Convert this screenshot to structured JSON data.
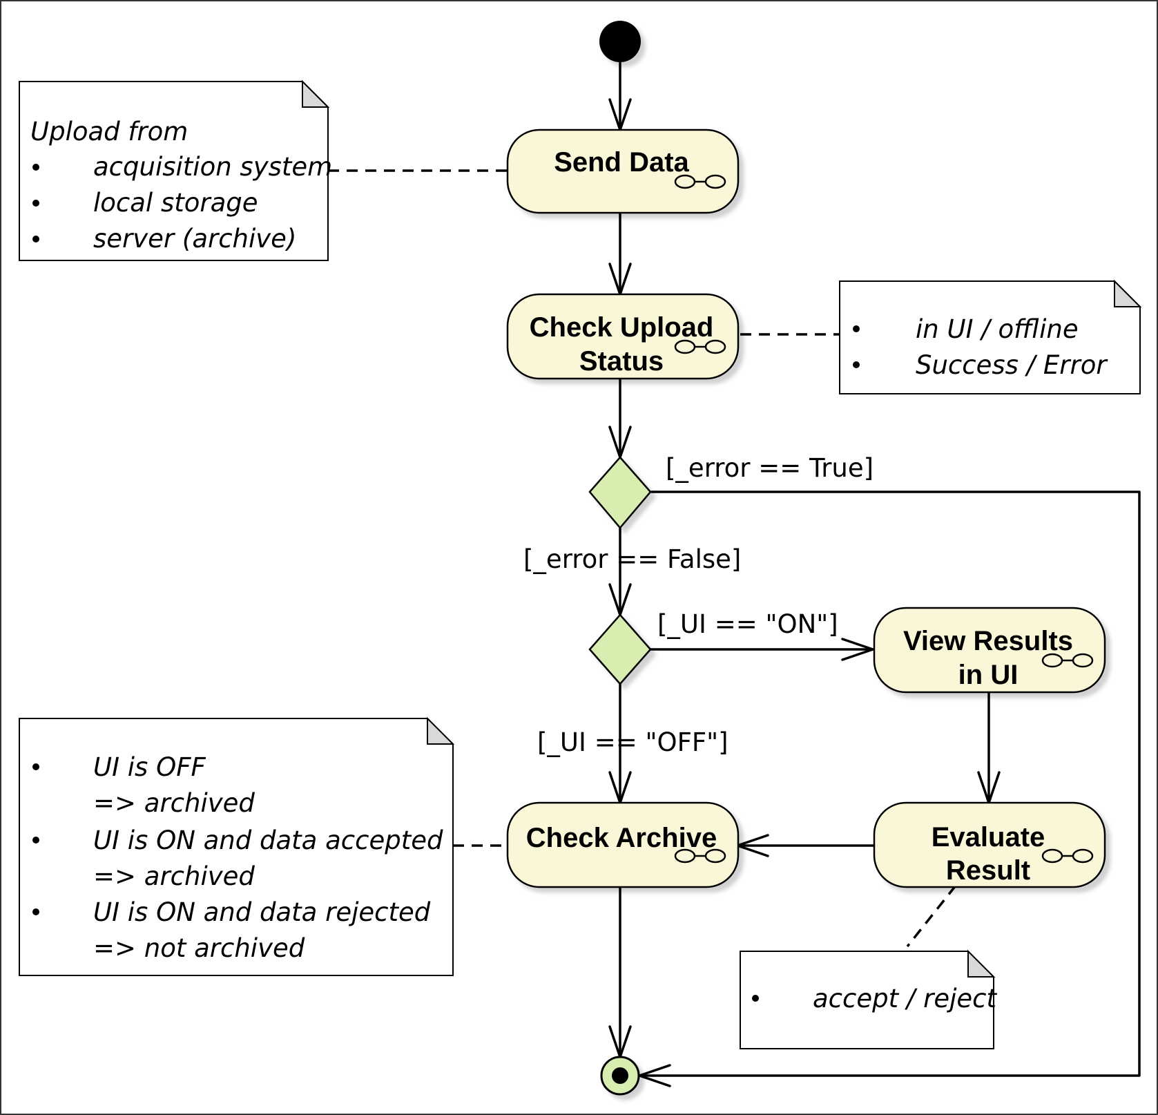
{
  "actions": {
    "send_data": [
      "Send Data"
    ],
    "check_upload_status": [
      "Check Upload",
      "Status"
    ],
    "view_results": [
      "View Results",
      "in UI"
    ],
    "evaluate_result": [
      "Evaluate",
      "Result"
    ],
    "check_archive": [
      "Check Archive"
    ]
  },
  "guards": {
    "error_true": "[_error == True]",
    "error_false": "[_error == False]",
    "ui_on": "[_UI == \"ON\"]",
    "ui_off": "[_UI == \"OFF\"]"
  },
  "notes": {
    "upload_from": {
      "title": "Upload from",
      "items": [
        "acquisition system",
        "local storage",
        "server (archive)"
      ]
    },
    "upload_status": {
      "items": [
        "in UI / offline",
        "Success / Error"
      ]
    },
    "archive_rules": {
      "items": [
        [
          "UI is OFF",
          "=> archived"
        ],
        [
          "UI is ON and data accepted",
          "=> archived"
        ],
        [
          "UI is ON and data rejected",
          "=> not archived"
        ]
      ]
    },
    "evaluate_options": {
      "items": [
        "accept / reject"
      ]
    }
  },
  "colors": {
    "action_fill": "#faf6d8",
    "decision_fill": "#d8eeb0",
    "final_fill": "#d8eeb0",
    "note_fill": "#ffffff",
    "line": "#000000",
    "frame": "#333333"
  }
}
